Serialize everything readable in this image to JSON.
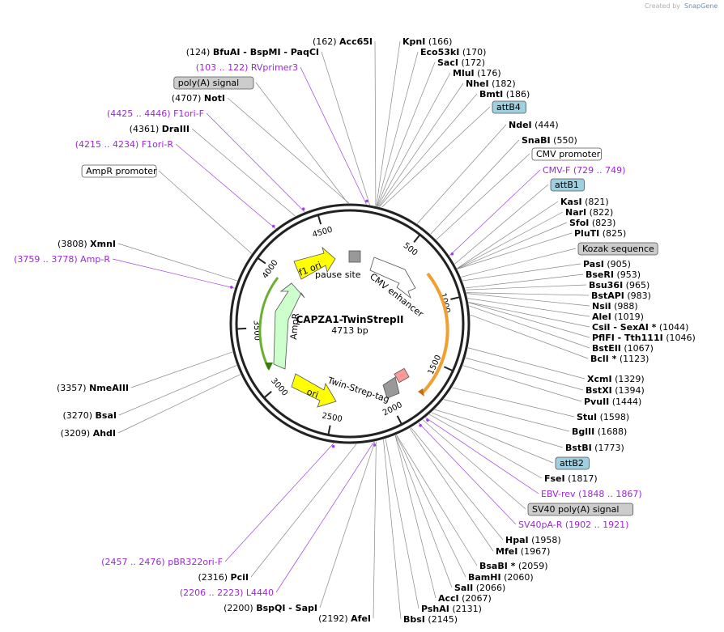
{
  "plasmid": {
    "name": "CAPZA1-TwinStrepII",
    "length_label": "4713 bp",
    "length": 4713
  },
  "credit": {
    "prefix": "Created by",
    "brand": "SnapGene"
  },
  "ticks": [
    "500",
    "1000",
    "1500",
    "2000",
    "2500",
    "3000",
    "3500",
    "4000",
    "4500"
  ],
  "features": [
    {
      "name": "f1 ori",
      "color": "#ffff00",
      "direction": "cw"
    },
    {
      "name": "pause site",
      "color": "#a0a0a0",
      "direction": "none"
    },
    {
      "name": "CMV enhancer",
      "color": "#ffffff",
      "direction": "cw"
    },
    {
      "name": "AmpR",
      "color": "#ccffcc",
      "direction": "ccw"
    },
    {
      "name": "Twin-Strep-tag",
      "color": "#ff9999",
      "direction": "cw"
    },
    {
      "name": "ori",
      "color": "#ffff00",
      "direction": "ccw"
    }
  ],
  "labels": {
    "right": [
      {
        "pos": "(166)",
        "name": "KpnI",
        "kind": "enz"
      },
      {
        "pos": "(170)",
        "name": "Eco53kI",
        "kind": "enz"
      },
      {
        "pos": "(172)",
        "name": "SacI",
        "kind": "enz"
      },
      {
        "pos": "(176)",
        "name": "MluI",
        "kind": "enz"
      },
      {
        "pos": "(182)",
        "name": "NheI",
        "kind": "enz"
      },
      {
        "pos": "(186)",
        "name": "BmtI",
        "kind": "enz"
      },
      {
        "text": "attB4",
        "kind": "box",
        "color": "#9fd0e0"
      },
      {
        "pos": "(444)",
        "name": "NdeI",
        "kind": "enz"
      },
      {
        "pos": "(550)",
        "name": "SnaBI",
        "kind": "enz"
      },
      {
        "text": "CMV promoter",
        "kind": "box",
        "color": "#ffffff"
      },
      {
        "text": "CMV-F",
        "range": "(729 .. 749)",
        "kind": "primer"
      },
      {
        "text": "attB1",
        "kind": "box",
        "color": "#9fd0e0"
      },
      {
        "pos": "(821)",
        "name": "KasI",
        "kind": "enz"
      },
      {
        "pos": "(822)",
        "name": "NarI",
        "kind": "enz"
      },
      {
        "pos": "(823)",
        "name": "SfoI",
        "kind": "enz"
      },
      {
        "pos": "(825)",
        "name": "PluTI",
        "kind": "enz"
      },
      {
        "text": "Kozak sequence",
        "kind": "box",
        "color": "#cccccc"
      },
      {
        "pos": "(905)",
        "name": "PasI",
        "kind": "enz"
      },
      {
        "pos": "(953)",
        "name": "BseRI",
        "kind": "enz"
      },
      {
        "pos": "(965)",
        "name": "Bsu36I",
        "kind": "enz"
      },
      {
        "pos": "(983)",
        "name": "BstAPI",
        "kind": "enz"
      },
      {
        "pos": "(988)",
        "name": "NsiI",
        "kind": "enz"
      },
      {
        "pos": "(1019)",
        "name": "AleI",
        "kind": "enz"
      },
      {
        "pos": "(1044)",
        "name": "CsiI - SexAI *",
        "kind": "enz"
      },
      {
        "pos": "(1046)",
        "name": "PflFI - Tth111I",
        "kind": "enz"
      },
      {
        "pos": "(1067)",
        "name": "BstEII",
        "kind": "enz"
      },
      {
        "pos": "(1123)",
        "name": "BclI *",
        "kind": "enz"
      },
      {
        "pos": "(1329)",
        "name": "XcmI",
        "kind": "enz"
      },
      {
        "pos": "(1394)",
        "name": "BstXI",
        "kind": "enz"
      },
      {
        "pos": "(1444)",
        "name": "PvuII",
        "kind": "enz"
      },
      {
        "pos": "(1598)",
        "name": "StuI",
        "kind": "enz"
      },
      {
        "pos": "(1688)",
        "name": "BglII",
        "kind": "enz"
      },
      {
        "pos": "(1773)",
        "name": "BstBI",
        "kind": "enz"
      },
      {
        "text": "attB2",
        "kind": "box",
        "color": "#9fd0e0"
      },
      {
        "pos": "(1817)",
        "name": "FseI",
        "kind": "enz"
      },
      {
        "text": "EBV-rev",
        "range": "(1848 .. 1867)",
        "kind": "primer"
      },
      {
        "text": "SV40 poly(A) signal",
        "kind": "box",
        "color": "#cccccc"
      },
      {
        "text": "SV40pA-R",
        "range": "(1902 .. 1921)",
        "kind": "primer"
      },
      {
        "pos": "(1958)",
        "name": "HpaI",
        "kind": "enz"
      },
      {
        "pos": "(1967)",
        "name": "MfeI",
        "kind": "enz"
      },
      {
        "pos": "(2059)",
        "name": "BsaBI *",
        "kind": "enz"
      },
      {
        "pos": "(2060)",
        "name": "BamHI",
        "kind": "enz"
      },
      {
        "pos": "(2066)",
        "name": "SalI",
        "kind": "enz"
      },
      {
        "pos": "(2067)",
        "name": "AccI",
        "kind": "enz"
      },
      {
        "pos": "(2131)",
        "name": "PshAI",
        "kind": "enz"
      },
      {
        "pos": "(2145)",
        "name": "BbsI",
        "kind": "enz"
      }
    ],
    "left": [
      {
        "pos": "(162)",
        "name": "Acc65I",
        "kind": "enz"
      },
      {
        "pos": "(124)",
        "name": "BfuAI - BspMI - PaqCI",
        "kind": "enz"
      },
      {
        "text": "RVprimer3",
        "range": "(103 .. 122)",
        "kind": "primer"
      },
      {
        "text": "poly(A) signal",
        "kind": "box",
        "color": "#cccccc"
      },
      {
        "pos": "(4707)",
        "name": "NotI",
        "kind": "enz"
      },
      {
        "text": "F1ori-F",
        "range": "(4425 .. 4446)",
        "kind": "primer"
      },
      {
        "pos": "(4361)",
        "name": "DraIII",
        "kind": "enz"
      },
      {
        "text": "F1ori-R",
        "range": "(4215 .. 4234)",
        "kind": "primer"
      },
      {
        "text": "AmpR promoter",
        "kind": "box",
        "color": "#ffffff"
      },
      {
        "pos": "(3808)",
        "name": "XmnI",
        "kind": "enz"
      },
      {
        "text": "Amp-R",
        "range": "(3759 .. 3778)",
        "kind": "primer"
      },
      {
        "pos": "(3357)",
        "name": "NmeAIII",
        "kind": "enz"
      },
      {
        "pos": "(3270)",
        "name": "BsaI",
        "kind": "enz"
      },
      {
        "pos": "(3209)",
        "name": "AhdI",
        "kind": "enz"
      },
      {
        "text": "pBR322ori-F",
        "range": "(2457 .. 2476)",
        "kind": "primer"
      },
      {
        "pos": "(2316)",
        "name": "PciI",
        "kind": "enz"
      },
      {
        "text": "L4440",
        "range": "(2206 .. 2223)",
        "kind": "primer"
      },
      {
        "pos": "(2200)",
        "name": "BspQI - SapI",
        "kind": "enz"
      },
      {
        "pos": "(2192)",
        "name": "AfeI",
        "kind": "enz"
      }
    ]
  }
}
